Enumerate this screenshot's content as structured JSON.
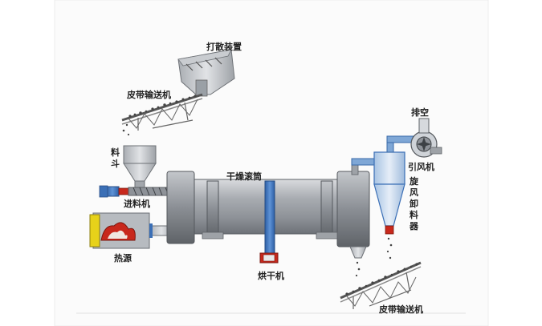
{
  "labels": {
    "scatter_device": "打散装置",
    "belt_conveyor_top": "皮带输送机",
    "hopper": "料斗",
    "feeder": "进料机",
    "heat_source": "热源",
    "drum": "干燥滚筒",
    "dryer": "烘干机",
    "exhaust": "排空",
    "fan": "引风机",
    "cyclone": "旋风卸料器",
    "belt_conveyor_bottom": "皮带输送机"
  },
  "colors": {
    "background_panel": "#fbfbfb",
    "drum_body": "#9a9ea4",
    "frame_blue": "#3b6fb6",
    "hot_red": "#c8281c",
    "hot_yellow": "#e7d21a"
  }
}
